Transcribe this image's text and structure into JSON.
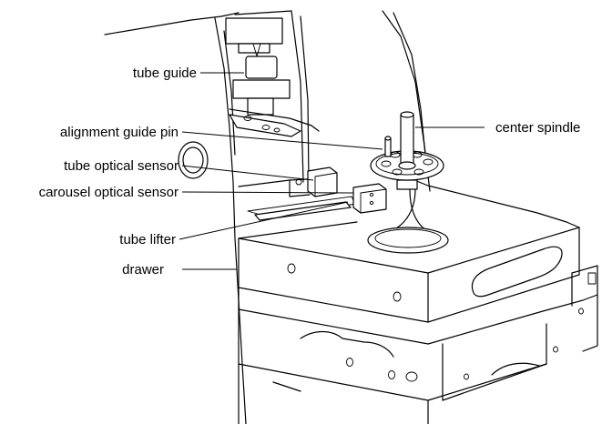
{
  "labels": {
    "tube_guide": "tube guide",
    "alignment_guide_pin": "alignment guide pin",
    "center_spindle": "center spindle",
    "tube_optical_sensor": "tube optical sensor",
    "carousel_optical_sensor": "carousel optical sensor",
    "tube_lifter": "tube lifter",
    "drawer": "drawer"
  },
  "colors": {
    "line": "#000000",
    "background": "#ffffff"
  }
}
